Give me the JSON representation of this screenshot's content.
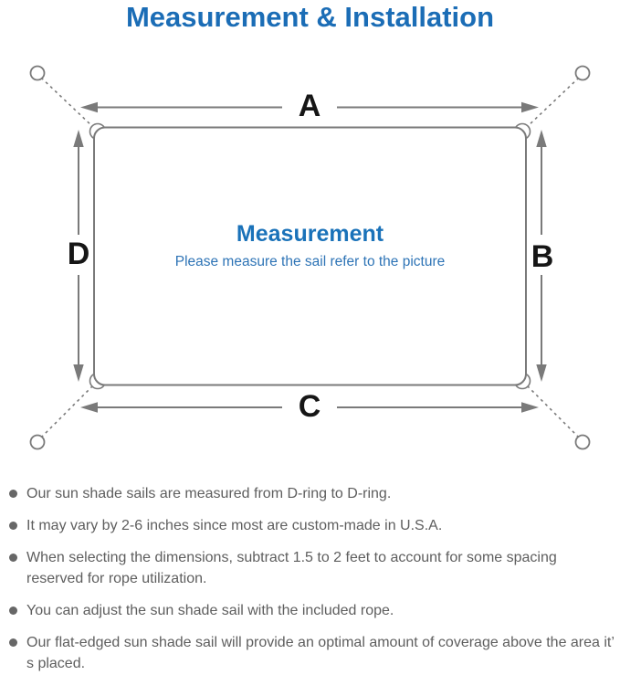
{
  "title": "Measurement & Installation",
  "diagram": {
    "heading": "Measurement",
    "subheading": "Please measure the sail refer to the picture",
    "labels": {
      "top": "A",
      "right": "B",
      "bottom": "C",
      "left": "D"
    }
  },
  "notes": {
    "items": [
      "Our sun shade sails are measured from D-ring to D-ring.",
      "It may vary by 2-6 inches since most are custom-made in U.S.A.",
      "When selecting the dimensions, subtract 1.5 to 2 feet to account for some spacing reserved for rope utilization.",
      "You can adjust the sun shade sail with the included rope.",
      "Our flat-edged sun shade sail will provide an optimal amount of coverage above the area it’ s placed."
    ]
  },
  "colors": {
    "accent_blue": "#1b6db6",
    "heading_blue": "#1a72b9",
    "subheading_blue": "#2e74b6",
    "diagram_line_gray": "#7a7a7a",
    "body_text_gray": "#5e5e5e",
    "label_black": "#161616"
  }
}
